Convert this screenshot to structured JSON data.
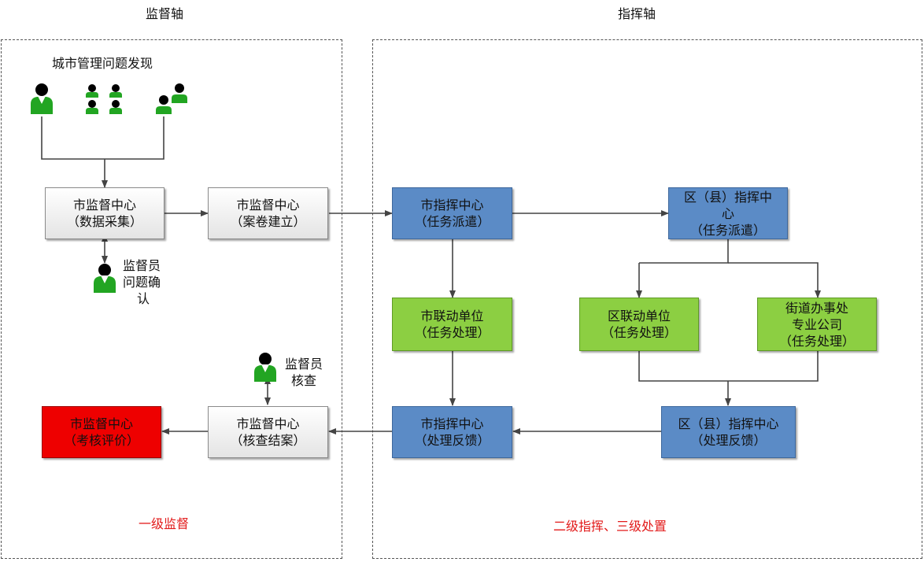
{
  "axes": {
    "supervision": "监督轴",
    "command": "指挥轴"
  },
  "discovery_title": "城市管理问题发现",
  "boxes": {
    "city_supervision_collect": [
      "市监督中心",
      "（数据采集）"
    ],
    "city_supervision_case": [
      "市监督中心",
      "（案卷建立）"
    ],
    "city_command_dispatch": [
      "市指挥中心",
      "（任务派遣）"
    ],
    "district_command_dispatch": [
      "区（县）指挥中",
      "心",
      "（任务派遣）"
    ],
    "city_linkage_unit": [
      "市联动单位",
      "（任务处理）"
    ],
    "district_linkage_unit": [
      "区联动单位",
      "（任务处理）"
    ],
    "street_office": [
      "街道办事处",
      "专业公司",
      "（任务处理）"
    ],
    "city_supervision_evaluate": [
      "市监督中心",
      "（考核评价）"
    ],
    "city_supervision_verify": [
      "市监督中心",
      "（核查结案）"
    ],
    "city_command_feedback": [
      "市指挥中心",
      "（处理反馈）"
    ],
    "district_command_feedback": [
      "区（县）指挥中心",
      "（处理反馈）"
    ]
  },
  "labels": {
    "inspector_confirm": [
      "监督员",
      "问题确",
      "认"
    ],
    "inspector_verify": [
      "监督员",
      "核查"
    ]
  },
  "footers": {
    "left": "一级监督",
    "right": "二级指挥、三级处置"
  },
  "colors": {
    "blue_box": "#5b8bc6",
    "green_box": "#8ccf42",
    "red_box": "#ee0000",
    "person_green": "#22a522",
    "footer_red": "#e21a1a"
  }
}
